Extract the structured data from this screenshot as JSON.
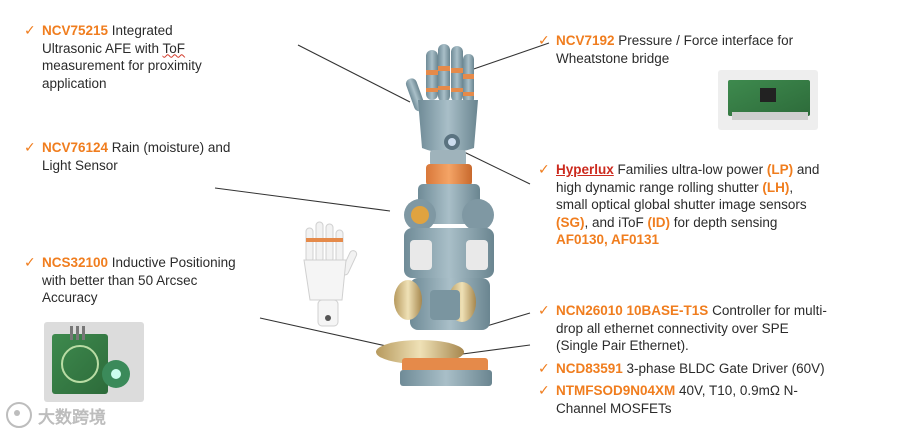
{
  "callouts": {
    "ncv75215": {
      "part": "NCV75215",
      "desc_1": " Integrated",
      "desc_2": "Ultrasonic AFE with ",
      "desc_tof": "ToF",
      "desc_3": "measurement for proximity",
      "desc_4": "application"
    },
    "ncv76124": {
      "part": "NCV76124",
      "desc_1": " Rain (moisture) and",
      "desc_2": "Light Sensor"
    },
    "ncs32100": {
      "part": "NCS32100",
      "desc_1": " Inductive Positioning",
      "desc_2": "with better than 50 Arcsec",
      "desc_3": "Accuracy"
    },
    "ncv7192": {
      "part": "NCV7192",
      "desc_1": " Pressure / Force interface for",
      "desc_2": "Wheatstone bridge"
    },
    "hyperlux": {
      "brand": "Hyperlux",
      "l1a": " Families ultra-low power ",
      "lp": "(LP)",
      "l1b": " and",
      "l2a": "high dynamic range rolling shutter  ",
      "lh": "(LH)",
      "l2b": ",",
      "l3": "small optical global shutter image sensors",
      "sg": "(SG)",
      "l4a": ", and iToF ",
      "id": "(ID)",
      "l4b": " for depth sensing",
      "parts": "AF0130, AF0131"
    },
    "ncn26010": {
      "part": "NCN26010 10BASE-T1S",
      "desc_1": " Controller for multi-",
      "desc_2": "drop all ethernet connectivity over SPE",
      "desc_3": "(Single Pair Ethernet)."
    },
    "ncd83591": {
      "part": "NCD83591",
      "desc_1": " 3-phase BLDC Gate Driver (60V)"
    },
    "ntmfsod": {
      "part": "NTMFSOD9N04XM",
      "desc_1": " 40V, T10, 0.9mΩ N-",
      "desc_2": "Channel MOSFETs"
    }
  },
  "check_glyph": "✓",
  "watermark": "大数跨境",
  "colors": {
    "accent_orange": "#f07d1e",
    "brand_red": "#cc2a1e",
    "arm_teal": "#8aa3ae",
    "arm_orange": "#e58a4a"
  }
}
